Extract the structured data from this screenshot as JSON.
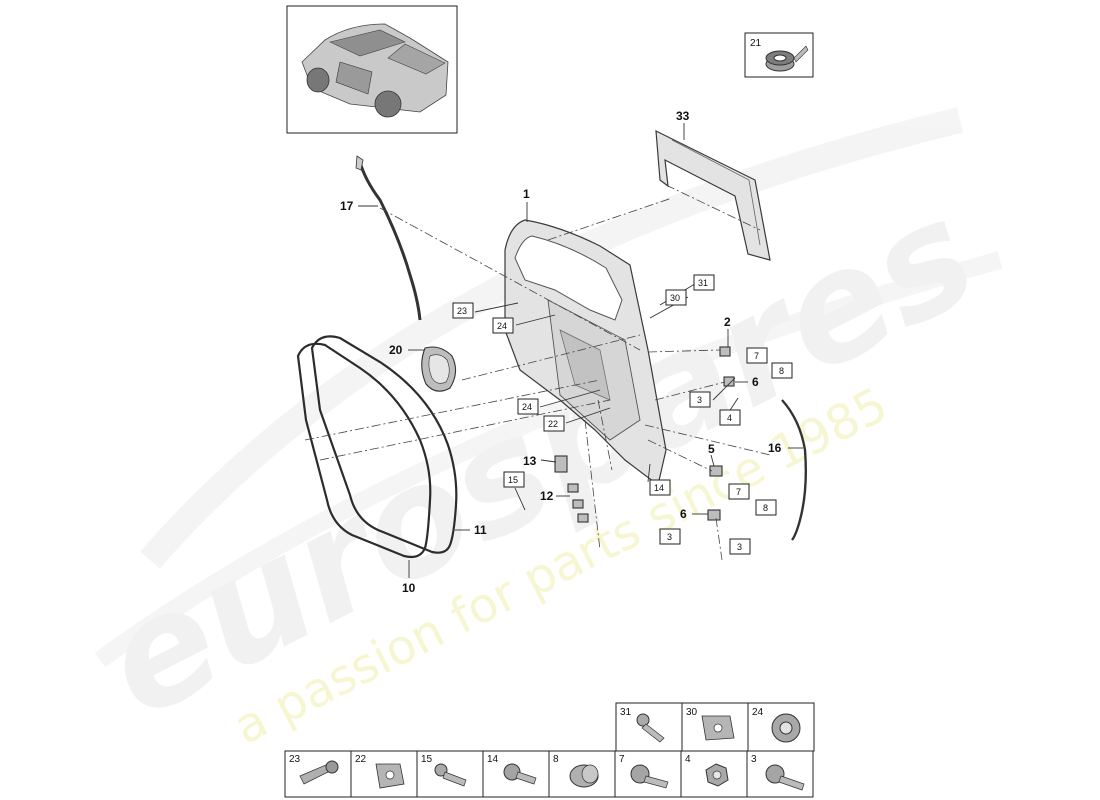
{
  "watermark": {
    "brand": "eurospares",
    "tagline": "a passion for parts since 1985"
  },
  "callouts": [
    {
      "id": "c1",
      "label": "1"
    },
    {
      "id": "c2",
      "label": "2"
    },
    {
      "id": "c5",
      "label": "5"
    },
    {
      "id": "c6a",
      "label": "6"
    },
    {
      "id": "c6b",
      "label": "6"
    },
    {
      "id": "c10",
      "label": "10"
    },
    {
      "id": "c11",
      "label": "11"
    },
    {
      "id": "c12",
      "label": "12"
    },
    {
      "id": "c13",
      "label": "13"
    },
    {
      "id": "c16",
      "label": "16"
    },
    {
      "id": "c17",
      "label": "17"
    },
    {
      "id": "c20",
      "label": "20"
    },
    {
      "id": "c33",
      "label": "33"
    }
  ],
  "boxed_labels": [
    {
      "id": "b23",
      "label": "23"
    },
    {
      "id": "b24a",
      "label": "24"
    },
    {
      "id": "b30",
      "label": "30"
    },
    {
      "id": "b31",
      "label": "31"
    },
    {
      "id": "b7a",
      "label": "7"
    },
    {
      "id": "b8a",
      "label": "8"
    },
    {
      "id": "b3a",
      "label": "3"
    },
    {
      "id": "b4",
      "label": "4"
    },
    {
      "id": "b24b",
      "label": "24"
    },
    {
      "id": "b22",
      "label": "22"
    },
    {
      "id": "b14",
      "label": "14"
    },
    {
      "id": "b15",
      "label": "15"
    },
    {
      "id": "b7b",
      "label": "7"
    },
    {
      "id": "b8b",
      "label": "8"
    },
    {
      "id": "b3b",
      "label": "3"
    },
    {
      "id": "b3c",
      "label": "3"
    }
  ],
  "inset_label": "21",
  "legend_top": [
    "31",
    "30",
    "24"
  ],
  "legend_bottom": [
    "23",
    "22",
    "15",
    "14",
    "8",
    "7",
    "4",
    "3"
  ]
}
